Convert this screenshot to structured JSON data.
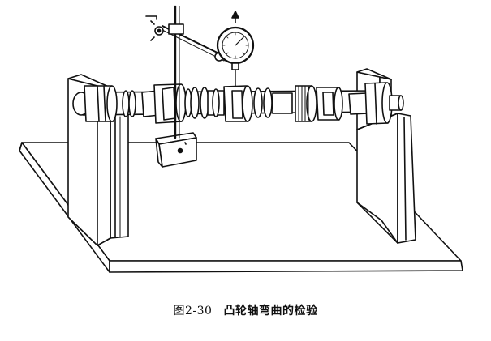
{
  "caption": {
    "figure_number": "图2-30",
    "title": "凸轮轴弯曲的检验"
  },
  "illustration": {
    "parts": [
      "base-plate",
      "v-block-left",
      "v-block-right",
      "camshaft",
      "magnetic-base",
      "indicator-stand",
      "dial-indicator"
    ]
  }
}
